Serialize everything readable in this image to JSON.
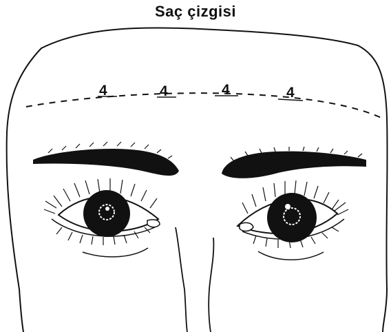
{
  "title": "Saç çizgisi",
  "markers": [
    "4",
    "4",
    "4",
    "4"
  ],
  "colors": {
    "ink": "#111111",
    "background": "#ffffff"
  }
}
